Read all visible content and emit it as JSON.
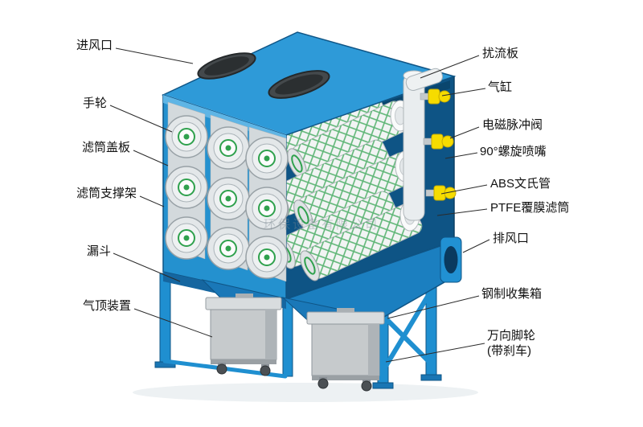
{
  "diagram": {
    "watermark": "环保设备有限公司",
    "left_labels": [
      {
        "text": "进风口"
      },
      {
        "text": "手轮"
      },
      {
        "text": "滤筒盖板"
      },
      {
        "text": "滤筒支撑架"
      },
      {
        "text": "漏斗"
      },
      {
        "text": "气顶装置"
      }
    ],
    "right_labels": [
      {
        "text": "扰流板"
      },
      {
        "text": "气缸"
      },
      {
        "text": "电磁脉冲阀"
      },
      {
        "text": "90°螺旋喷嘴"
      },
      {
        "text": "ABS文氏管"
      },
      {
        "text": "PTFE覆膜滤筒"
      },
      {
        "text": "排风口"
      },
      {
        "text": "钢制收集箱"
      },
      {
        "text": "万向脚轮",
        "text2": "(带刹车)"
      }
    ],
    "colors": {
      "machine_blue": "#1f8fd0",
      "machine_blue_dark": "#14639b",
      "machine_blue_light": "#5fb5e5",
      "interior_dark": "#0e5485",
      "filter_green": "#2fa14d",
      "valve_yellow": "#f6dc00",
      "cartridge_white": "#f2f4f4",
      "cover_grey": "#e3e7e9",
      "box_grey": "#c6cacc",
      "inlet_dark": "#44494c",
      "label_text": "#111111",
      "background": "#ffffff"
    }
  }
}
